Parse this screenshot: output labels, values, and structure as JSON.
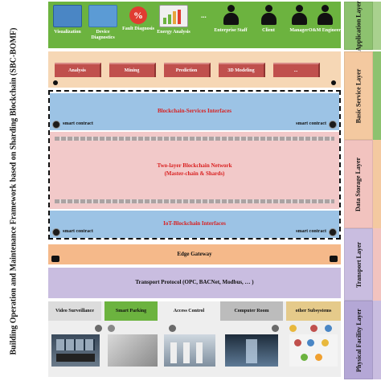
{
  "title": "Building Operation and Maintenance Framework based on Sharding Blockchain (SBC-BOMF)",
  "layers": {
    "application": "Application Layer",
    "basic_service": "Basic Service Layer",
    "data_storage": "Data Storage Layer",
    "transport": "Transport Layer",
    "physical": "Physical Facility Layer"
  },
  "application": {
    "items": [
      {
        "label": "Visualization",
        "icon": "visualization-icon",
        "color": "#4a86c5"
      },
      {
        "label": "Device Diagnostics",
        "icon": "device-diagnostics-icon",
        "color": "#5b9bd5"
      },
      {
        "label": "Fault Diagnosis",
        "icon": "fault-diagnosis-icon",
        "color": "#e03c31"
      },
      {
        "label": "Energy Analysis",
        "icon": "energy-analysis-icon",
        "color": "#f0f0f0"
      }
    ],
    "ellipsis": "...",
    "roles": [
      {
        "label": "Enterprise Staff",
        "icon": "staff-icon"
      },
      {
        "label": "Client",
        "icon": "client-icon"
      },
      {
        "label": "Manager",
        "icon": "manager-icon"
      },
      {
        "label": "O&M Engineer",
        "icon": "engineer-icon"
      }
    ]
  },
  "basic_service": {
    "items": [
      "Analysis",
      "Mining",
      "Prediction",
      "3D Modeling",
      "..."
    ]
  },
  "blockchain": {
    "services_interfaces": "Blockchain-Services Interfaces",
    "network": "Two-layer Blockchain Network",
    "network_sub": "(Master-chain & Shards)",
    "iot_interfaces": "IoT-Blockchain Interfaces",
    "smart_contract": "smart contract"
  },
  "transport": {
    "edge_gateway": "Edge Gateway",
    "protocol": "Transport Protocol (OPC, BACNet, Modbus, … )"
  },
  "physical": {
    "items": [
      "Video Surveillance",
      "Smart Parking",
      "Access Control",
      "Computer Room",
      "other Subsystems"
    ],
    "colors": [
      "#dcdcdc",
      "#6cb33f",
      "#eeeeee",
      "#bcbcbc",
      "#e5ca8a"
    ]
  }
}
